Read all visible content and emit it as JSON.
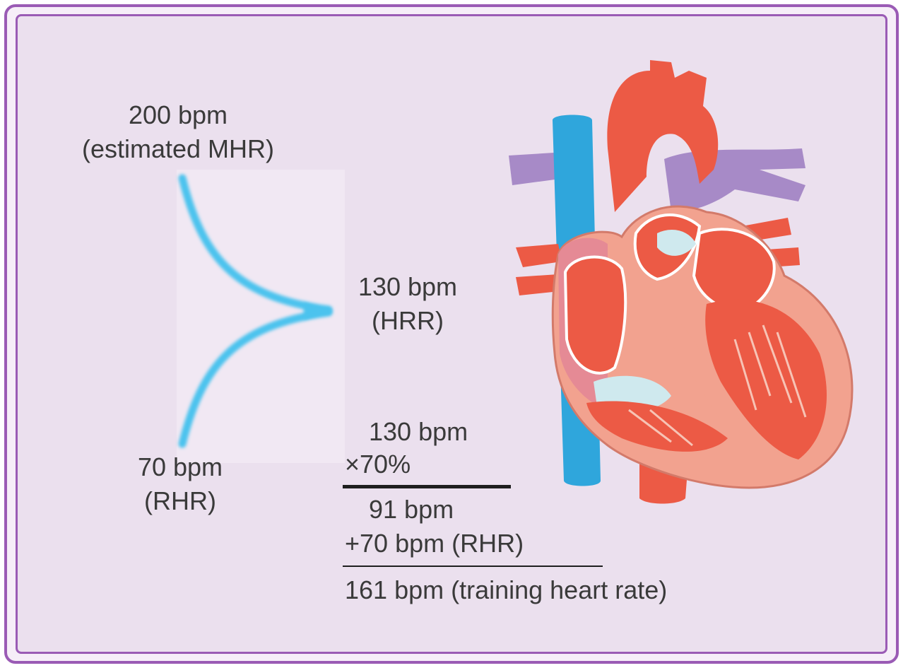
{
  "labels": {
    "mhr_value": "200 bpm",
    "mhr_note": "(estimated MHR)",
    "hrr_value": "130 bpm",
    "hrr_note": "(HRR)",
    "rhr_value": "70 bpm",
    "rhr_note": "(RHR)"
  },
  "calculation": {
    "line1": "130 bpm",
    "line2": "×70%",
    "line3": "91 bpm",
    "line4": "+70 bpm (RHR)",
    "result": "161 bpm (training heart rate)"
  },
  "colors": {
    "frame": "#9a5bb5",
    "background": "#ebe0ee",
    "arrow": "#4cc3ee",
    "artery": "#ec5a45",
    "vein": "#2fa6dc",
    "pulmonary": "#a78ac7",
    "muscle": "#f2a28f",
    "valve": "#cfe9ee"
  },
  "icons": {
    "heart": "heart-cross-section-illustration",
    "arrow": "converging-arrow"
  }
}
